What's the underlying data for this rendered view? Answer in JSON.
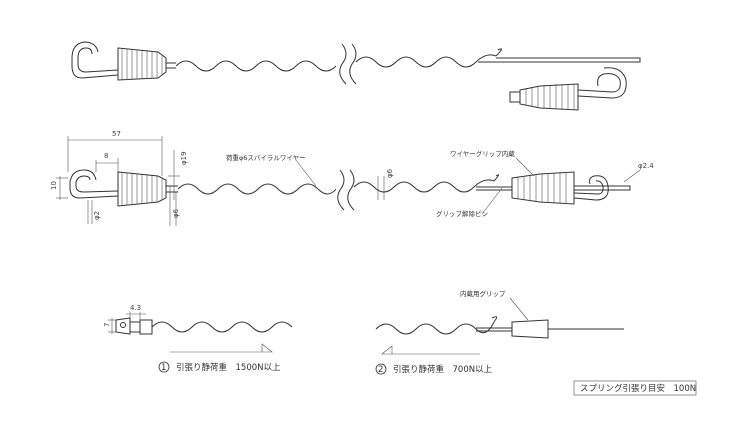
{
  "labels": {
    "spiral_wire": "荷重φ6スパイラルワイヤー",
    "wire_grip_inner": "ワイヤーグリップ内蔵",
    "grip_release_pin": "グリップ解除ピン",
    "inner_grip": "内蔵用グリップ"
  },
  "dimensions": {
    "d57": "57",
    "d8": "8",
    "d10": "10",
    "d2": "φ2",
    "d19": "φ19",
    "d6_left": "φ6",
    "d6_mid": "φ6",
    "d24": "φ2.4",
    "d43": "4.3",
    "d7": "7"
  },
  "captions": {
    "c1_num": "1",
    "c1": "引張り静荷重　1500N以上",
    "c2_num": "2",
    "c2": "引張り静荷重　700N以上"
  },
  "note": "スプリング引張り目安　100N",
  "colors": {
    "line": "#333333",
    "text": "#333333",
    "background": "#ffffff"
  }
}
